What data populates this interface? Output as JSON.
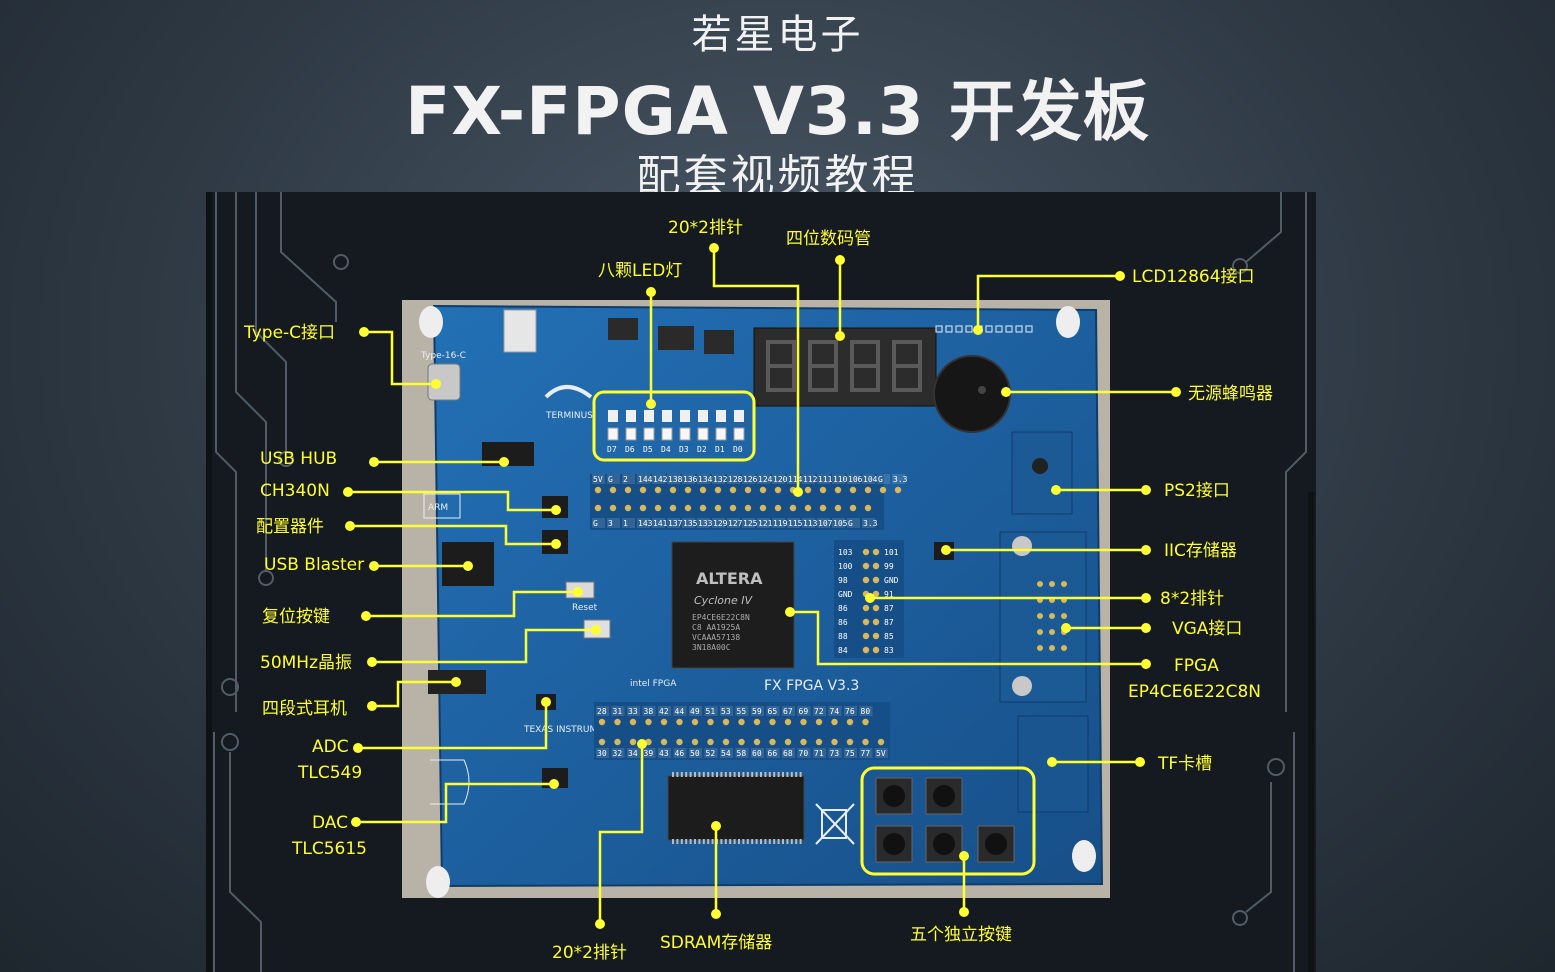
{
  "header": {
    "company": "若星电子",
    "product": "FX-FPGA V3.3 开发板",
    "subtitle": "配套视频教程"
  },
  "board": {
    "silkscreen_name": "FX FPGA V3.3",
    "chip_brand": "ALTERA",
    "chip_family": "Cyclone IV",
    "chip_part_lines": [
      "EP4CE6E22C8N",
      "C8 AA1925A",
      "VCAAA57138",
      "3N18A00C"
    ],
    "logo_ti": "TEXAS INSTRUMENTS",
    "logo_terminus": "TERMINUS",
    "logo_intel": "intel FPGA",
    "logo_arm": "ARM",
    "usb_connector_label": "Type-16-C",
    "reset_label": "Reset",
    "led_labels": [
      "D7",
      "D6",
      "D5",
      "D4",
      "D3",
      "D2",
      "D1",
      "D0"
    ],
    "header_p6_top": [
      "5V",
      "G",
      "2",
      "144",
      "142",
      "138",
      "136",
      "134",
      "132",
      "128",
      "126",
      "124",
      "120",
      "114",
      "112",
      "111",
      "110",
      "106",
      "104",
      "G",
      "3.3"
    ],
    "header_p6_bottom": [
      "G",
      "3",
      "1",
      "143",
      "141",
      "137",
      "135",
      "133",
      "129",
      "127",
      "125",
      "121",
      "119",
      "115",
      "113",
      "107",
      "105",
      "G",
      "3.3"
    ],
    "header_p7_top": [
      "28",
      "31",
      "33",
      "38",
      "42",
      "44",
      "49",
      "51",
      "53",
      "55",
      "59",
      "65",
      "67",
      "69",
      "72",
      "74",
      "76",
      "80"
    ],
    "header_p7_bottom": [
      "30",
      "32",
      "34",
      "39",
      "43",
      "46",
      "50",
      "52",
      "54",
      "58",
      "60",
      "66",
      "68",
      "70",
      "71",
      "73",
      "75",
      "77",
      "5V"
    ],
    "header_p9_left": [
      "103",
      "100",
      "98",
      "GND",
      "86",
      "86",
      "88",
      "84"
    ],
    "header_p9_right": [
      "101",
      "99",
      "GND",
      "91",
      "87",
      "87",
      "85",
      "83"
    ]
  },
  "annotations": {
    "header_20x2_top": "20*2排针",
    "seven_segment": "四位数码管",
    "leds": "八颗LED灯",
    "lcd": "LCD12864接口",
    "typec": "Type-C接口",
    "buzzer": "无源蜂鸣器",
    "usb_hub": "USB HUB",
    "ch340n": "CH340N",
    "ps2": "PS2接口",
    "config": "配置器件",
    "iic": "IIC存储器",
    "usb_blaster": "USB Blaster",
    "header_8x2": "8*2排针",
    "reset": "复位按键",
    "vga": "VGA接口",
    "osc": "50MHz晶振",
    "fpga_line1": "FPGA",
    "fpga_line2": "EP4CE6E22C8N",
    "headphone": "四段式耳机",
    "adc_line1": "ADC",
    "adc_line2": "TLC549",
    "tf": "TF卡槽",
    "dac_line1": "DAC",
    "dac_line2": "TLC5615",
    "header_20x2_bottom": "20*2排针",
    "sdram": "SDRAM存储器",
    "keys": "五个独立按键"
  },
  "colors": {
    "annotation": "#ffff33",
    "pcb": "#1b5f9e",
    "background": "#2f3a45"
  }
}
